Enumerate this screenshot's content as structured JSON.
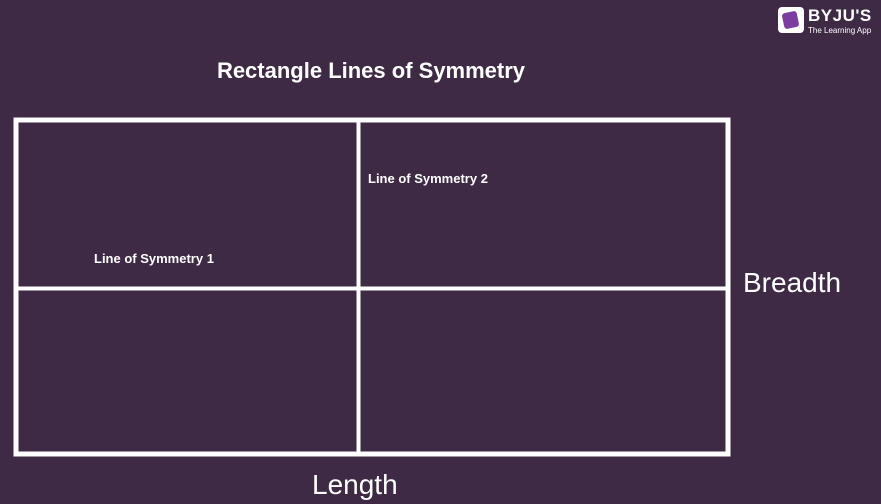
{
  "colors": {
    "background": "#3e2a45",
    "lines": "#ffffff",
    "text": "#ffffff",
    "logo_accent": "#7b3e9e"
  },
  "logo": {
    "name": "BYJU'S",
    "tagline": "The Learning App"
  },
  "diagram": {
    "title": "Rectangle Lines of Symmetry",
    "shape": "rectangle",
    "symmetry_lines": [
      {
        "label": "Line of Symmetry 1",
        "orientation": "horizontal"
      },
      {
        "label": "Line of Symmetry 2",
        "orientation": "vertical"
      }
    ],
    "side_labels": {
      "breadth": "Breadth",
      "length": "Length"
    }
  }
}
